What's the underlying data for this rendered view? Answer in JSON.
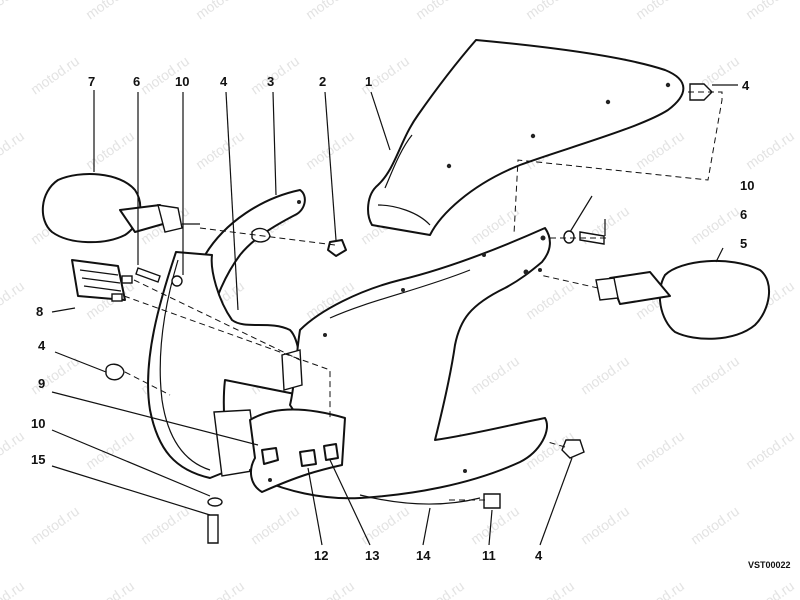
{
  "watermark": "motod.ru",
  "figure_code": "VST00022",
  "callouts": {
    "c7": "7",
    "c6a": "6",
    "c10a": "10",
    "c4a": "4",
    "c3": "3",
    "c2": "2",
    "c1": "1",
    "c4b": "4",
    "c10b": "10",
    "c6b": "6",
    "c5": "5",
    "c8": "8",
    "c4c": "4",
    "c9": "9",
    "c10c": "10",
    "c15": "15",
    "c12": "12",
    "c13": "13",
    "c14": "14",
    "c11": "11",
    "c4d": "4"
  },
  "colors": {
    "line": "#111111",
    "watermark": "#e3e3e3",
    "background": "#ffffff"
  }
}
